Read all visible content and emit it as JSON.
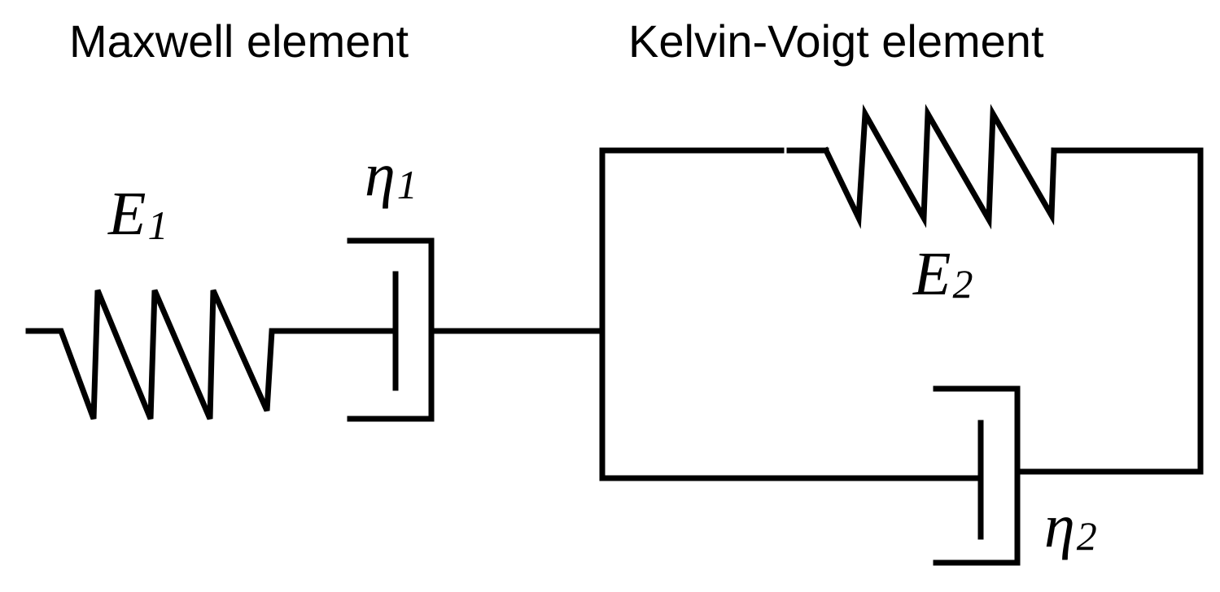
{
  "headings": {
    "maxwell": "Maxwell element",
    "kelvin_voigt": "Kelvin-Voigt element"
  },
  "symbols": {
    "e1": {
      "base": "E",
      "sub": "1"
    },
    "eta1": {
      "base": "η",
      "sub": "1"
    },
    "e2": {
      "base": "E",
      "sub": "2"
    },
    "eta2": {
      "base": "η",
      "sub": "2"
    }
  },
  "colors": {
    "line": "#000000",
    "background": "#ffffff"
  }
}
